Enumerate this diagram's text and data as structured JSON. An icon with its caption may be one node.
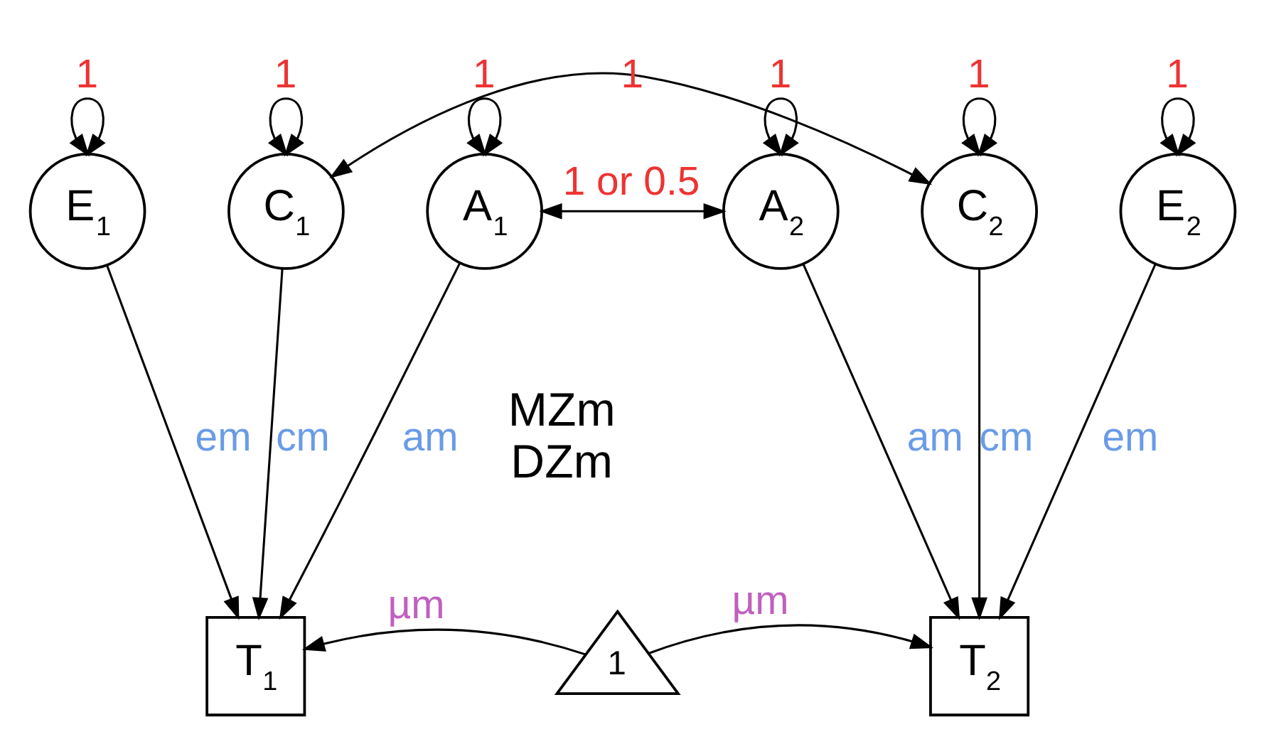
{
  "diagram": {
    "nodes": [
      {
        "text": [
          "E$_{1}$"
        ]
      },
      {
        "text": [
          "C$_{1}$"
        ]
      },
      {
        "text": [
          "A$_{1}$"
        ]
      },
      {
        "text": [
          "A$_{2}$"
        ]
      },
      {
        "text": [
          "C$_{2}$"
        ]
      },
      {
        "text": [
          "E$_{2}$"
        ]
      },
      {
        "text": [
          "T$_{1}$"
        ]
      },
      {
        "text": [
          "T$_{2}$"
        ]
      },
      {
        "text": [
          "1"
        ]
      }
    ],
    "edges": [
      {
        "from": 0,
        "to": 0,
        "arrow": "both",
        "label": "1"
      },
      {
        "from": 1,
        "to": 1,
        "arrow": "both",
        "label": "1"
      },
      {
        "from": 2,
        "to": 2,
        "arrow": "both",
        "label": "1"
      },
      {
        "from": 3,
        "to": 3,
        "arrow": "both",
        "label": "1"
      },
      {
        "from": 4,
        "to": 4,
        "arrow": "both",
        "label": "1"
      },
      {
        "from": 5,
        "to": 5,
        "arrow": "both",
        "label": "1"
      },
      {
        "from": 1,
        "to": 4,
        "arrow": "both",
        "label": "1"
      },
      {
        "from": 2,
        "to": 3,
        "arrow": "both",
        "label": "1 or 0.5"
      },
      {
        "from": 0,
        "to": 6,
        "arrow": "to",
        "label": "em"
      },
      {
        "from": 1,
        "to": 6,
        "arrow": "to",
        "label": "cm"
      },
      {
        "from": 2,
        "to": 6,
        "arrow": "to",
        "label": "am"
      },
      {
        "from": 3,
        "to": 7,
        "arrow": "to",
        "label": "am"
      },
      {
        "from": 4,
        "to": 7,
        "arrow": "to",
        "label": "cm"
      },
      {
        "from": 5,
        "to": 7,
        "arrow": "to",
        "label": "em"
      },
      {
        "from": 8,
        "to": 6,
        "arrow": "to",
        "label": "µm"
      },
      {
        "from": 8,
        "to": 7,
        "arrow": "to",
        "label": "µm"
      }
    ],
    "labels": [
      "MZm",
      "DZm"
    ]
  }
}
